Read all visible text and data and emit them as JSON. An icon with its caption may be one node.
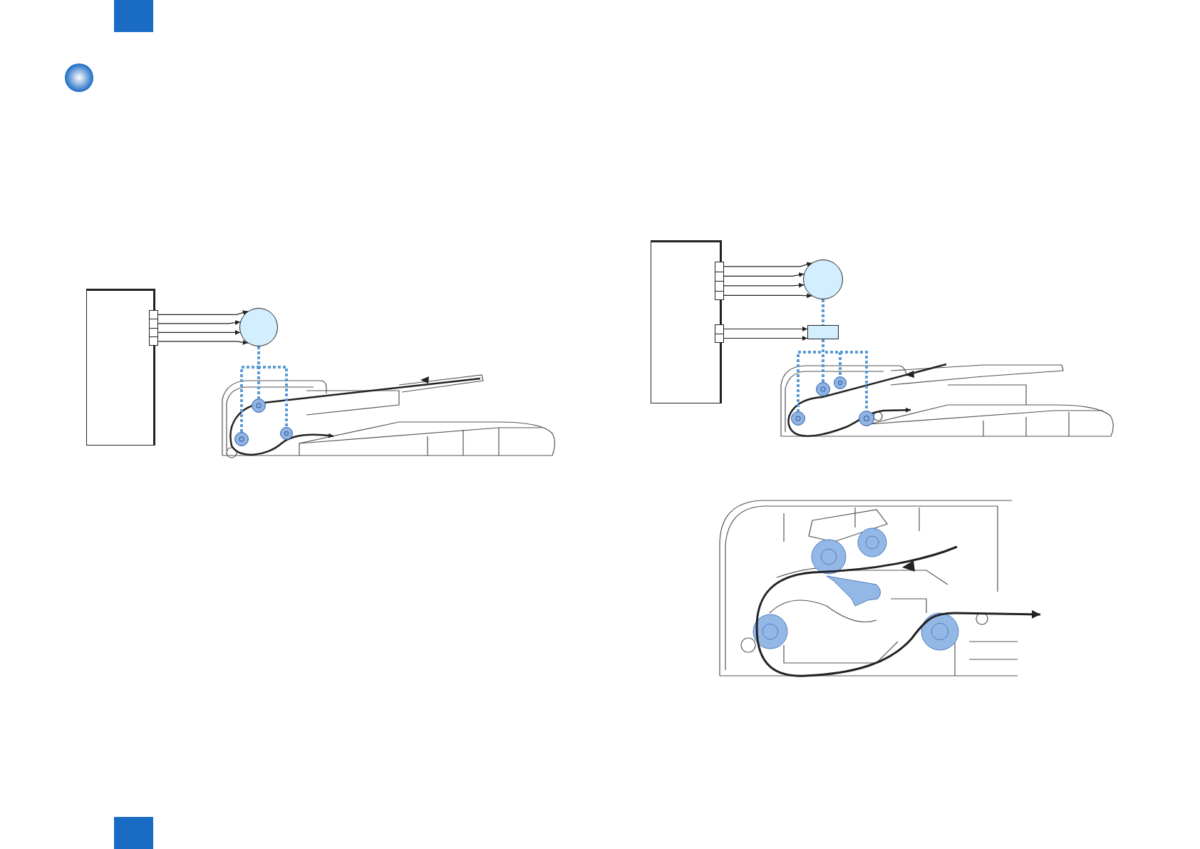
{
  "diagram": {
    "nodes": [
      {
        "text": [],
        "shape": "box"
      },
      {
        "text": [],
        "shape": "bar"
      },
      {
        "text": [],
        "shape": "circle"
      },
      {
        "text": [],
        "shape": "circle"
      },
      {
        "text": [],
        "shape": "circle"
      },
      {
        "text": [],
        "shape": "circle"
      },
      {
        "text": [],
        "shape": "box"
      },
      {
        "text": [],
        "shape": "bar"
      },
      {
        "text": [],
        "shape": "bar"
      },
      {
        "text": [],
        "shape": "circle"
      },
      {
        "text": [],
        "shape": "box"
      },
      {
        "text": [],
        "shape": "circle"
      },
      {
        "text": [],
        "shape": "circle"
      },
      {
        "text": [],
        "shape": "circle"
      },
      {
        "text": [],
        "shape": "circle"
      }
    ],
    "edges": [
      {
        "from": 1,
        "to": 2,
        "arrow": "to"
      },
      {
        "from": 1,
        "to": 2,
        "arrow": "to"
      },
      {
        "from": 1,
        "to": 2,
        "arrow": "to"
      },
      {
        "from": 1,
        "to": 2,
        "arrow": "to"
      },
      {
        "from": 2,
        "to": 4,
        "arrow": "none",
        "style": "dashed",
        "color": "#5b9bd5"
      },
      {
        "from": 2,
        "to": 3,
        "arrow": "none",
        "style": "dashed",
        "color": "#5b9bd5"
      },
      {
        "from": 2,
        "to": 5,
        "arrow": "none",
        "style": "dashed",
        "color": "#5b9bd5"
      },
      {
        "from": 7,
        "to": 9,
        "arrow": "to"
      },
      {
        "from": 7,
        "to": 9,
        "arrow": "to"
      },
      {
        "from": 7,
        "to": 9,
        "arrow": "to"
      },
      {
        "from": 7,
        "to": 9,
        "arrow": "to"
      },
      {
        "from": 8,
        "to": 10,
        "arrow": "to"
      },
      {
        "from": 8,
        "to": 10,
        "arrow": "to"
      },
      {
        "from": 9,
        "to": 10,
        "arrow": "none",
        "style": "dashed",
        "color": "#5b9bd5"
      },
      {
        "from": 10,
        "to": 11,
        "arrow": "none",
        "style": "dashed",
        "color": "#5b9bd5"
      },
      {
        "from": 10,
        "to": 12,
        "arrow": "none",
        "style": "dashed",
        "color": "#5b9bd5"
      },
      {
        "from": 10,
        "to": 13,
        "arrow": "none",
        "style": "dashed",
        "color": "#5b9bd5"
      },
      {
        "from": 10,
        "to": 14,
        "arrow": "none",
        "style": "dashed",
        "color": "#5b9bd5"
      }
    ]
  }
}
